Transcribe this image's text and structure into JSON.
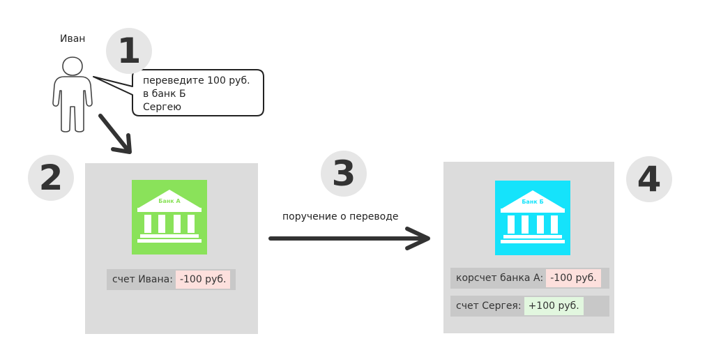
{
  "person": {
    "name": "Иван"
  },
  "bubble": {
    "lines": [
      "переведите 100 руб.",
      "в банк Б",
      "Сергею"
    ]
  },
  "steps": [
    "1",
    "2",
    "3",
    "4"
  ],
  "transfer": {
    "label": "поручение о переводе"
  },
  "bank_a": {
    "name": "Банк А",
    "color": "#8ae25a",
    "rows": [
      {
        "label": "счет Ивана:",
        "amount": "-100 руб."
      }
    ]
  },
  "bank_b": {
    "name": "Банк Б",
    "color": "#15e3fb",
    "rows": [
      {
        "label": "корсчет банка А:",
        "amount": "-100 руб."
      },
      {
        "label": "счет Сергея:",
        "amount": "+100 руб."
      }
    ]
  }
}
